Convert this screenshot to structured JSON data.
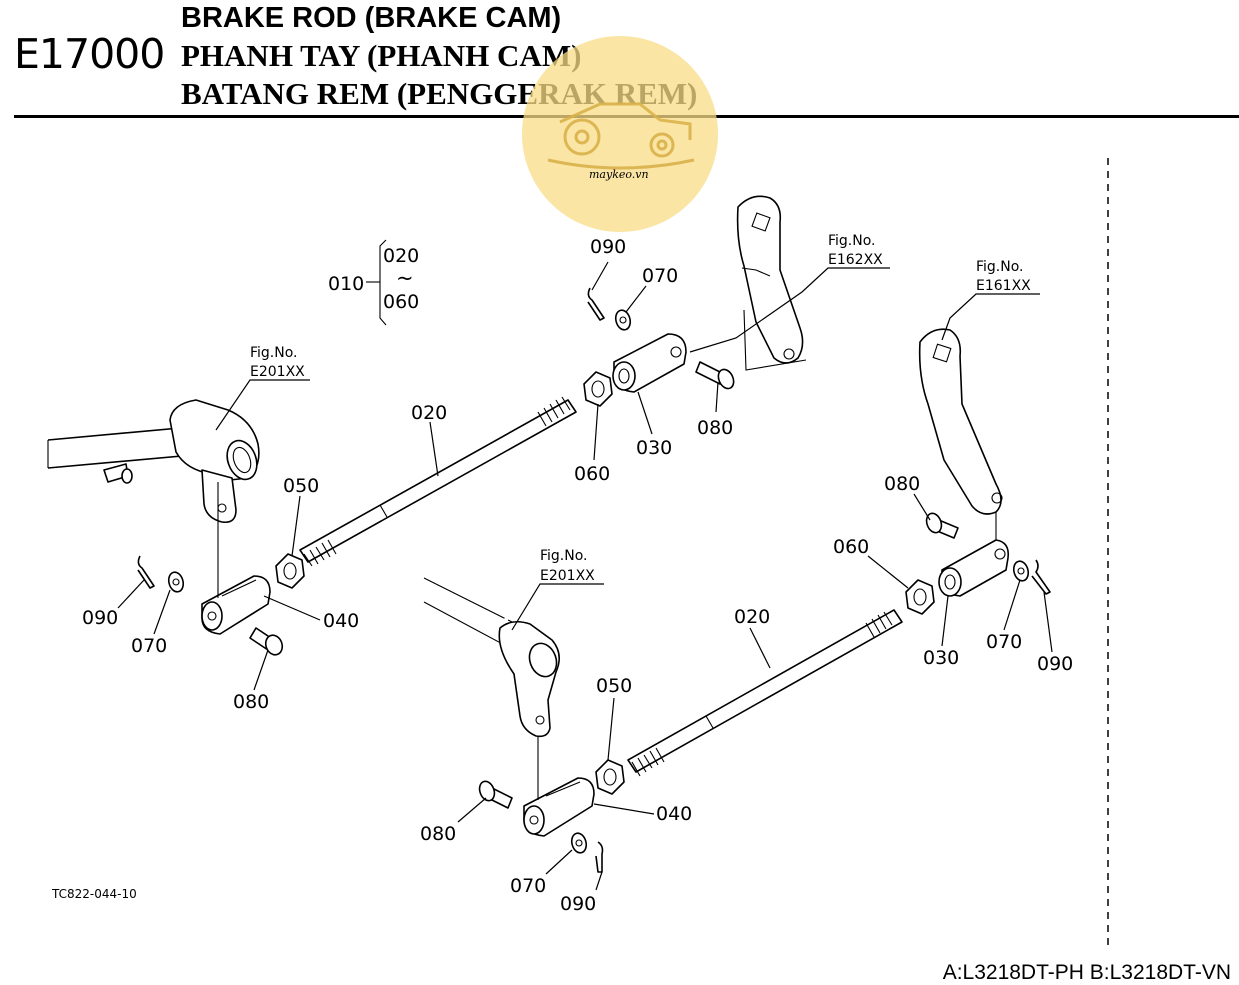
{
  "header": {
    "section_code": "E17000",
    "title_en": "BRAKE ROD (BRAKE CAM)",
    "title_vi": "PHANH TAY (PHANH CAM)",
    "title_id": "BATANG REM (PENGGERAK REM)"
  },
  "watermark": {
    "text": "maykeo.vn",
    "color": "#f7d97a"
  },
  "figure_refs": [
    {
      "label": "Fig.No.",
      "code": "E162XX"
    },
    {
      "label": "Fig.No.",
      "code": "E161XX"
    },
    {
      "label": "Fig.No.",
      "code": "E201XX"
    },
    {
      "label": "Fig.No.",
      "code": "E201XX"
    }
  ],
  "group_callout": {
    "main": "010",
    "from": "020",
    "range_mark": "~",
    "to": "060"
  },
  "callouts": [
    "090",
    "070",
    "080",
    "060",
    "030",
    "020",
    "050",
    "040",
    "090",
    "070",
    "080",
    "080",
    "060",
    "030",
    "070",
    "090",
    "020",
    "050",
    "040",
    "080",
    "070",
    "090"
  ],
  "drawing_code": "TC822-044-10",
  "footer": "A:L3218DT-PH B:L3218DT-VN"
}
